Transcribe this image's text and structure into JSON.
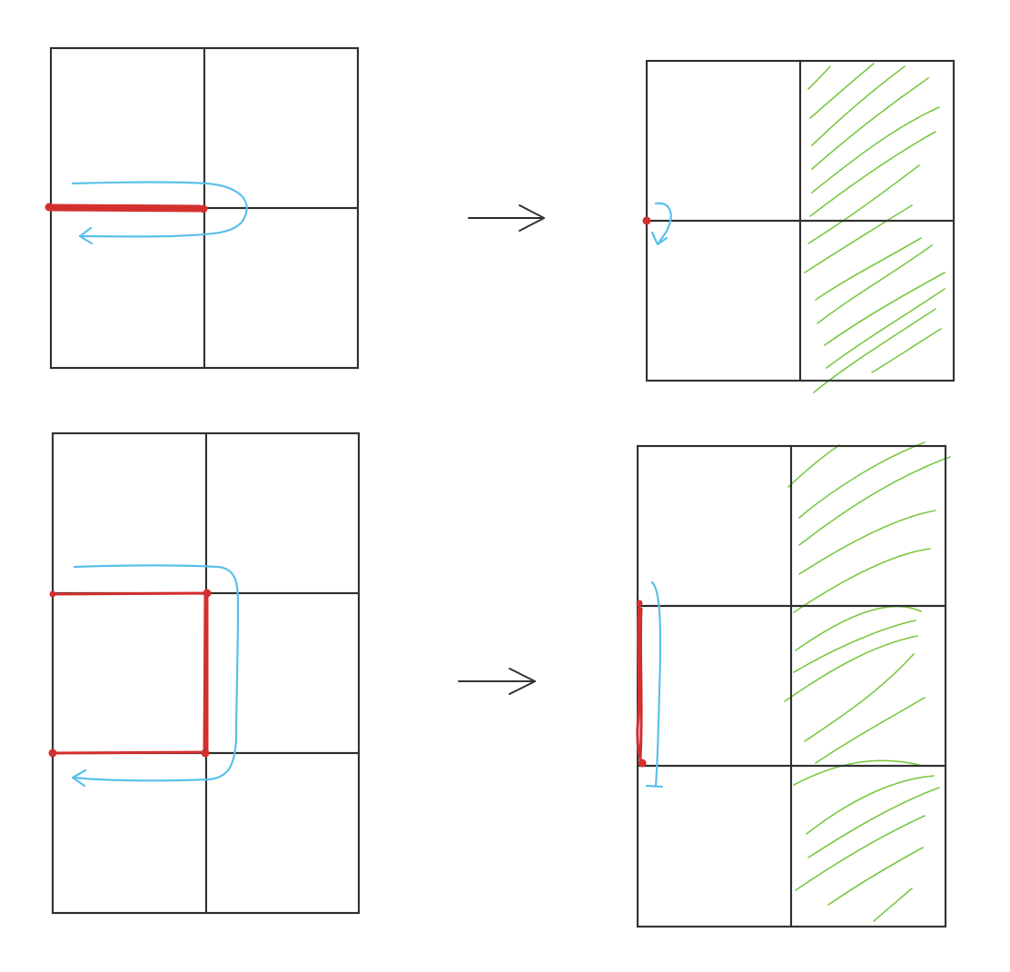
{
  "colors": {
    "grid": "#333333",
    "red": "#d32f2f",
    "blue": "#5bc0eb",
    "green": "#7ac943",
    "background": "#ffffff"
  },
  "diagram": {
    "panels": [
      {
        "id": "top-left",
        "grid": "2x2",
        "role": "before"
      },
      {
        "id": "top-right",
        "grid": "2x2",
        "role": "after",
        "hatched_column": "right"
      },
      {
        "id": "bottom-left",
        "grid": "2x3",
        "role": "before"
      },
      {
        "id": "bottom-right",
        "grid": "2x3",
        "role": "after",
        "hatched_column": "right"
      }
    ],
    "arrows": [
      {
        "from": "top-left",
        "to": "top-right"
      },
      {
        "from": "bottom-left",
        "to": "bottom-right"
      }
    ]
  }
}
